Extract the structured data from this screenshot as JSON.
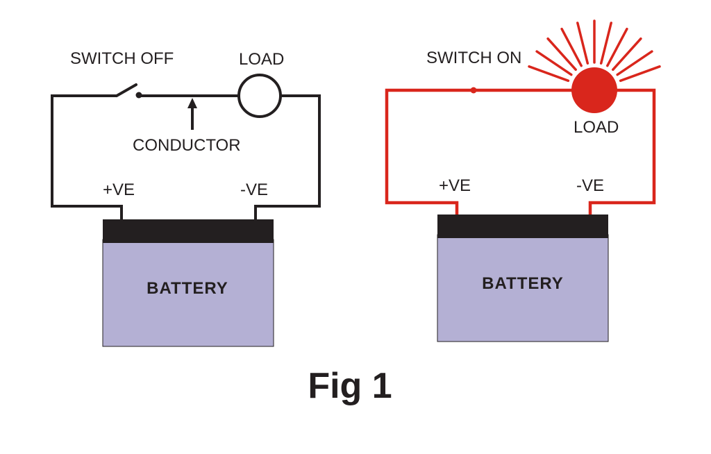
{
  "colors": {
    "wire_off": "#231f20",
    "wire_on": "#d9261c",
    "battery_body": "#b4b0d4",
    "battery_top": "#231f20",
    "load_on_fill": "#d9261c",
    "text": "#231f20"
  },
  "left_circuit": {
    "switch_label": "SWITCH OFF",
    "load_label": "LOAD",
    "conductor_label": "CONDUCTOR",
    "positive_label": "+VE",
    "negative_label": "-VE",
    "battery_label": "BATTERY"
  },
  "right_circuit": {
    "switch_label": "SWITCH ON",
    "load_label": "LOAD",
    "positive_label": "+VE",
    "negative_label": "-VE",
    "battery_label": "BATTERY"
  },
  "figure_caption": "Fig 1"
}
